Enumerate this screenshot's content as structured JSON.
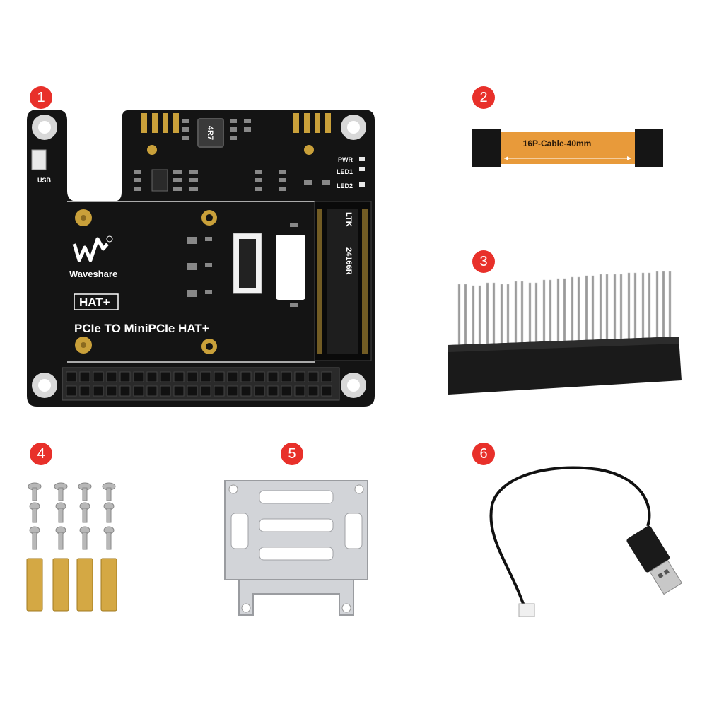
{
  "items": [
    {
      "badge": "1"
    },
    {
      "badge": "2"
    },
    {
      "badge": "3"
    },
    {
      "badge": "4"
    },
    {
      "badge": "5"
    },
    {
      "badge": "6"
    }
  ],
  "board": {
    "usb_label": "USB",
    "pwr_label": "PWR",
    "led1_label": "LED1",
    "led2_label": "LED2",
    "brand": "Waveshare",
    "hat_label": "HAT+",
    "title": "PCIe TO MiniPCIe HAT+",
    "connector_text1": "LTK",
    "connector_text2": "24166R",
    "inductor_text": "4R7"
  },
  "cable": {
    "label": "16P-Cable-40mm"
  },
  "colors": {
    "badge": "#e8302a",
    "pcb": "#141414",
    "gold": "#c9a03a",
    "cable": "#e89a3a",
    "brass": "#d4a844"
  }
}
